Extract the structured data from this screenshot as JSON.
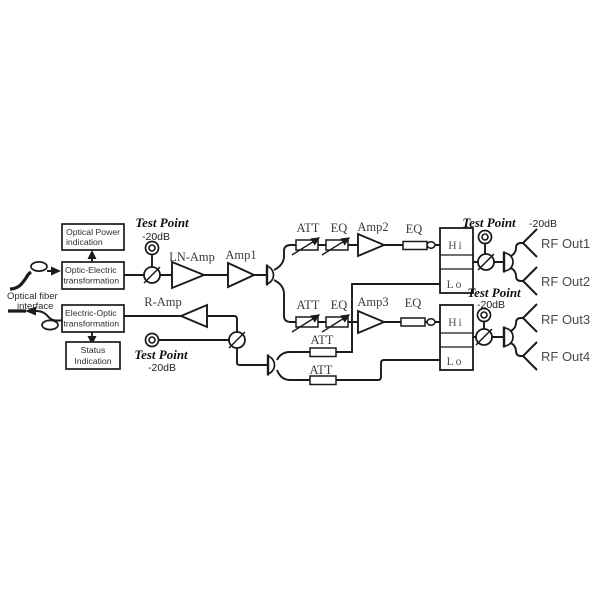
{
  "colors": {
    "ink": "#1a1a1a",
    "label_gray": "#3b3b3b",
    "background": "#ffffff"
  },
  "blocks": {
    "optical_power": {
      "line1": "Optical Power",
      "line2": "indication"
    },
    "optic_electric": {
      "line1": "Optic-Electric",
      "line2": "transformation"
    },
    "electric_optic": {
      "line1": "Electric-Optic",
      "line2": "transformation"
    },
    "status": {
      "line1": "Status",
      "line2": "Indication"
    }
  },
  "fiber": {
    "line1": "Optical fiber",
    "line2": "interface"
  },
  "test_points": {
    "input": {
      "title": "Test Point",
      "loss": "-20dB"
    },
    "bank1": {
      "title": "Test Point",
      "loss": "-20dB"
    },
    "bank2": {
      "title": "Test Point",
      "loss": "-20dB"
    },
    "return": {
      "title": "Test Point",
      "loss": "-20dB"
    }
  },
  "amps": {
    "ln_amp": "LN-Amp",
    "amp1": "Amp1",
    "amp2": "Amp2",
    "amp3": "Amp3",
    "r_amp": "R-Amp"
  },
  "inline_components": {
    "att_top": "ATT",
    "eq_top": "EQ",
    "eq_amp2": "EQ",
    "att_bottom": "ATT",
    "eq_bottom": "EQ",
    "eq_amp3": "EQ",
    "att_return_upper": "ATT",
    "att_return_lower": "ATT"
  },
  "diplexer1": {
    "hi": "Hi",
    "lo": "Lo"
  },
  "diplexer2": {
    "hi": "Hi",
    "lo": "Lo"
  },
  "rf_outputs": {
    "out1": "RF Out1",
    "out2": "RF Out2",
    "out3": "RF Out3",
    "out4": "RF Out4"
  }
}
